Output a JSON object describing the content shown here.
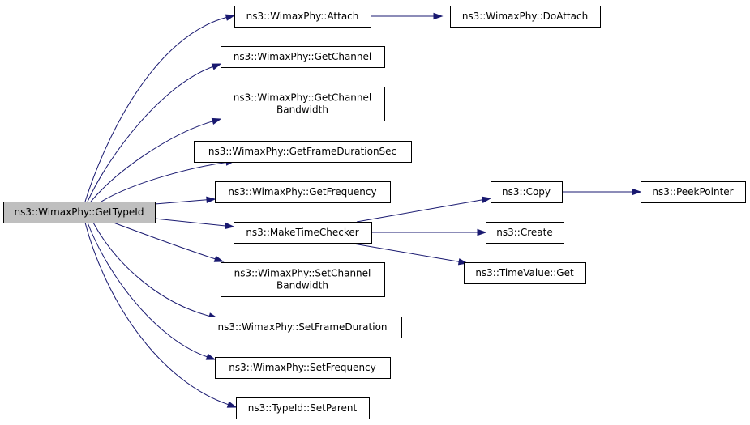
{
  "diagram": {
    "type": "call-graph",
    "root": "GetTypeId",
    "nodes": [
      {
        "id": "GetTypeId",
        "lines": [
          "ns3::WimaxPhy::GetTypeId"
        ],
        "root": true
      },
      {
        "id": "Attach",
        "lines": [
          "ns3::WimaxPhy::Attach"
        ]
      },
      {
        "id": "DoAttach",
        "lines": [
          "ns3::WimaxPhy::DoAttach"
        ]
      },
      {
        "id": "GetChannel",
        "lines": [
          "ns3::WimaxPhy::GetChannel"
        ]
      },
      {
        "id": "GetChannelBandwidth",
        "lines": [
          "ns3::WimaxPhy::GetChannel",
          "Bandwidth"
        ]
      },
      {
        "id": "GetFrameDurationSec",
        "lines": [
          "ns3::WimaxPhy::GetFrameDurationSec"
        ]
      },
      {
        "id": "GetFrequency",
        "lines": [
          "ns3::WimaxPhy::GetFrequency"
        ]
      },
      {
        "id": "MakeTimeChecker",
        "lines": [
          "ns3::MakeTimeChecker"
        ]
      },
      {
        "id": "Copy",
        "lines": [
          "ns3::Copy"
        ]
      },
      {
        "id": "PeekPointer",
        "lines": [
          "ns3::PeekPointer"
        ]
      },
      {
        "id": "Create",
        "lines": [
          "ns3::Create"
        ]
      },
      {
        "id": "TimeValueGet",
        "lines": [
          "ns3::TimeValue::Get"
        ]
      },
      {
        "id": "SetChannelBandwidth",
        "lines": [
          "ns3::WimaxPhy::SetChannel",
          "Bandwidth"
        ]
      },
      {
        "id": "SetFrameDuration",
        "lines": [
          "ns3::WimaxPhy::SetFrameDuration"
        ]
      },
      {
        "id": "SetFrequency",
        "lines": [
          "ns3::WimaxPhy::SetFrequency"
        ]
      },
      {
        "id": "SetParent",
        "lines": [
          "ns3::TypeId::SetParent"
        ]
      }
    ],
    "edges": [
      {
        "from": "GetTypeId",
        "to": "Attach"
      },
      {
        "from": "Attach",
        "to": "DoAttach"
      },
      {
        "from": "GetTypeId",
        "to": "GetChannel"
      },
      {
        "from": "GetTypeId",
        "to": "GetChannelBandwidth"
      },
      {
        "from": "GetTypeId",
        "to": "GetFrameDurationSec"
      },
      {
        "from": "GetTypeId",
        "to": "GetFrequency"
      },
      {
        "from": "GetTypeId",
        "to": "MakeTimeChecker"
      },
      {
        "from": "MakeTimeChecker",
        "to": "Copy"
      },
      {
        "from": "Copy",
        "to": "PeekPointer"
      },
      {
        "from": "MakeTimeChecker",
        "to": "Create"
      },
      {
        "from": "MakeTimeChecker",
        "to": "TimeValueGet"
      },
      {
        "from": "GetTypeId",
        "to": "SetChannelBandwidth"
      },
      {
        "from": "GetTypeId",
        "to": "SetFrameDuration"
      },
      {
        "from": "GetTypeId",
        "to": "SetFrequency"
      },
      {
        "from": "GetTypeId",
        "to": "SetParent"
      }
    ],
    "colors": {
      "edge": "#191970",
      "root_fill": "#bfbfbf",
      "node_fill": "#ffffff",
      "border": "#000000"
    }
  }
}
